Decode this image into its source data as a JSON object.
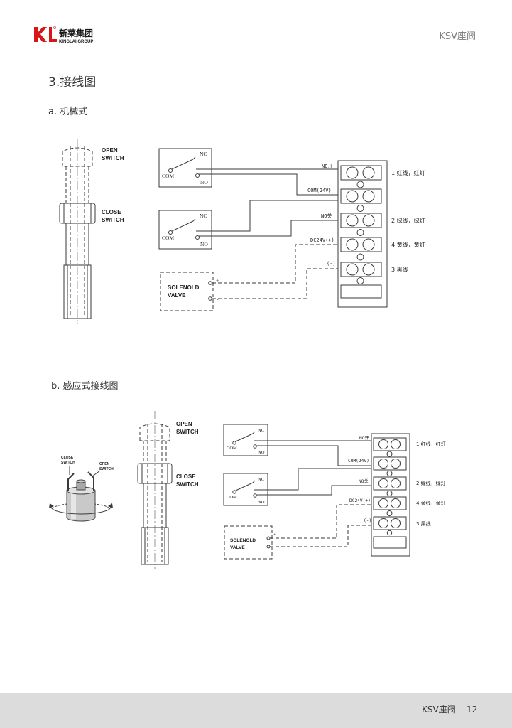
{
  "header": {
    "logo": {
      "mark": "KL",
      "name_cn": "新莱集团",
      "name_en": "KINGLAI GROUP"
    },
    "product": "KSV座阀"
  },
  "title": "3.接线图",
  "mechanical": {
    "subtitle": "a. 机械式",
    "valve": {
      "open_switch": [
        "OPEN",
        "SWITCH"
      ],
      "close_switch": [
        "CLOSE",
        "SWITCH"
      ]
    },
    "switch": {
      "nc": "NC",
      "com": "COM",
      "no": "NO"
    },
    "solenoid": {
      "lines": [
        "SOLENOLD",
        "VALVE"
      ],
      "plus": "+",
      "minus": "-"
    },
    "terminal": {
      "inputs": [
        "NO开",
        "COM(24V)",
        "NO关",
        "DC24V(+)",
        "(-)"
      ],
      "outputs": [
        "1.红线，红灯",
        "2.绿线，绿灯",
        "4.黄线，黄灯",
        "3.黑线"
      ]
    }
  },
  "inductive": {
    "subtitle": "b. 感应式接线图",
    "sensor": {
      "close_switch": [
        "CLOSE",
        "SWITCH"
      ],
      "open_switch": [
        "OPEN",
        "SWITCH"
      ]
    },
    "valve": {
      "open_switch": [
        "OPEN",
        "SWITCH"
      ],
      "close_switch": [
        "CLOSE",
        "SWITCH"
      ]
    },
    "switch": {
      "nc": "NC",
      "com": "COM",
      "no": "NO"
    },
    "solenoid": {
      "lines": [
        "SOLENOLD",
        "VALVE"
      ],
      "plus": "+",
      "minus": "-"
    },
    "terminal": {
      "inputs": [
        "NO开",
        "COM(24V)",
        "NO关",
        "DC24V(+)",
        "(-)"
      ],
      "outputs": [
        "1.红线，红灯",
        "2.绿线，绿灯",
        "4.黄线，黄灯",
        "3.黑线"
      ]
    }
  },
  "footer": {
    "product": "KSV座阀",
    "page": "12"
  },
  "colors": {
    "logo_red": "#d7161b",
    "header_text": "#7a7a7a",
    "rule": "#a3a3a3",
    "footer_band": "#dcdcdc",
    "drawing_line": "#3a3a3a"
  }
}
